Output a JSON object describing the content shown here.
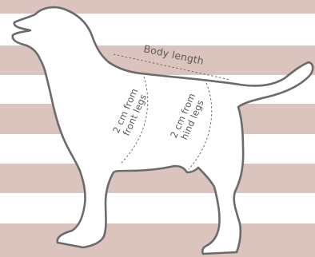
{
  "colors": {
    "stripe": "#dcc4be",
    "background": "#ffffff",
    "outline": "#6b6b6b",
    "dog_fill": "#ffffff",
    "text": "#5a5a5a"
  },
  "labels": {
    "body_length": "Body length",
    "front_legs_line1": "2 cm from",
    "front_legs_line2": "front legs",
    "hind_legs_line1": "2 cm from",
    "hind_legs_line2": "hind legs"
  }
}
